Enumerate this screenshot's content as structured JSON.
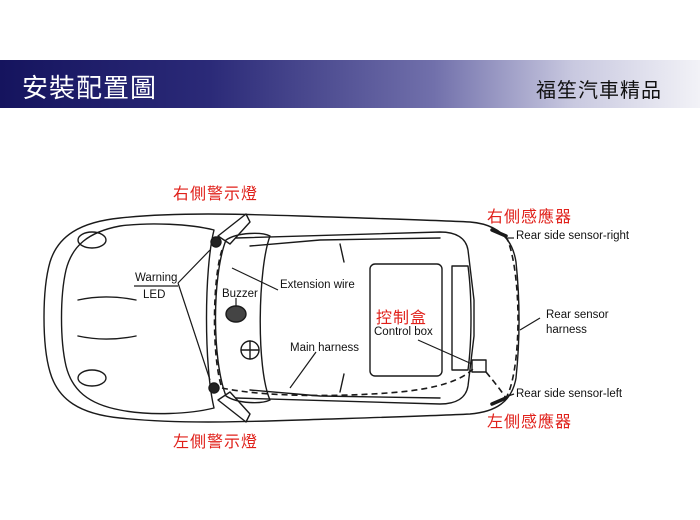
{
  "header": {
    "title": "安裝配置圖",
    "brand": "福笙汽車精品"
  },
  "labels": {
    "right_warning_light": "右側警示燈",
    "left_warning_light": "左側警示燈",
    "right_sensor_cn": "右側感應器",
    "left_sensor_cn": "左側感應器",
    "control_box_cn": "控制盒"
  },
  "callouts": {
    "warning": "Warning",
    "led": "LED",
    "buzzer": "Buzzer",
    "extension_wire": "Extension wire",
    "main_harness": "Main harness",
    "control_box": "Control box",
    "rear_side_sensor_right": "Rear side sensor-right",
    "rear_sensor": "Rear sensor",
    "harness": "harness",
    "rear_side_sensor_left": "Rear side sensor-left"
  },
  "colors": {
    "banner_dark": "#15145e",
    "label_red": "#e0201a"
  }
}
